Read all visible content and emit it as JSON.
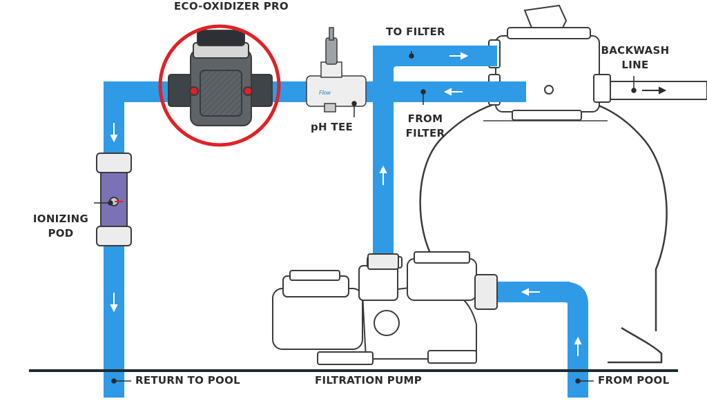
{
  "labels": {
    "eco_oxidizer": "ECO-OXIDIZER PRO",
    "to_filter": "TO FILTER",
    "backwash_line_1": "BACKWASH",
    "backwash_line_2": "LINE",
    "ph_tee": "pH TEE",
    "from_filter_1": "FROM",
    "from_filter_2": "FILTER",
    "ionizing_pod_1": "IONIZING",
    "ionizing_pod_2": "POD",
    "return_to_pool": "RETURN TO POOL",
    "filtration_pump": "FILTRATION PUMP",
    "from_pool": "FROM POOL"
  },
  "ph_tee_brand": "Flow",
  "colors": {
    "pipe": "#2f9be6",
    "pipe_dark": "#1f7cc2",
    "highlight_ring": "#e02127",
    "outline": "#3a3a3a",
    "fitting": "#ececec",
    "oxidizer_body": "#5e6368",
    "ionizing_pod": "#7a72b4",
    "ground": "#1e2a33"
  }
}
